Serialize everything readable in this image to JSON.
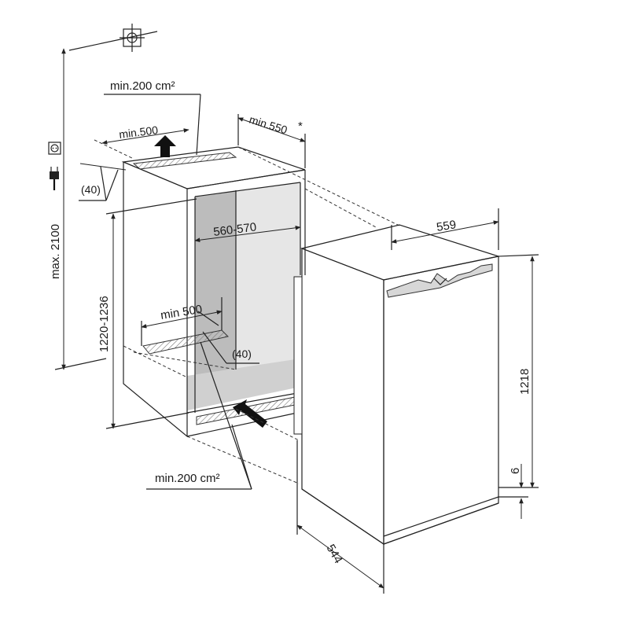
{
  "labels": {
    "max_height": "max. 2100",
    "niche_height": "1220-1236",
    "vent_top_area": "min.200 cm²",
    "top_depth_min": "min.500",
    "gap_top": "(40)",
    "niche_depth_min": "min.550",
    "asterisk": "*",
    "niche_width": "560-570",
    "bottom_depth_min": "min 500",
    "gap_bottom": "(40)",
    "vent_bottom_area": "min.200 cm²",
    "appliance_width": "559",
    "appliance_height": "1218",
    "base_gap": "6",
    "appliance_depth": "544"
  },
  "colors": {
    "line": "#222222",
    "niche_interior": "#e2e2e2",
    "niche_dark": "#b9b9b9",
    "hatch": "#888888"
  }
}
